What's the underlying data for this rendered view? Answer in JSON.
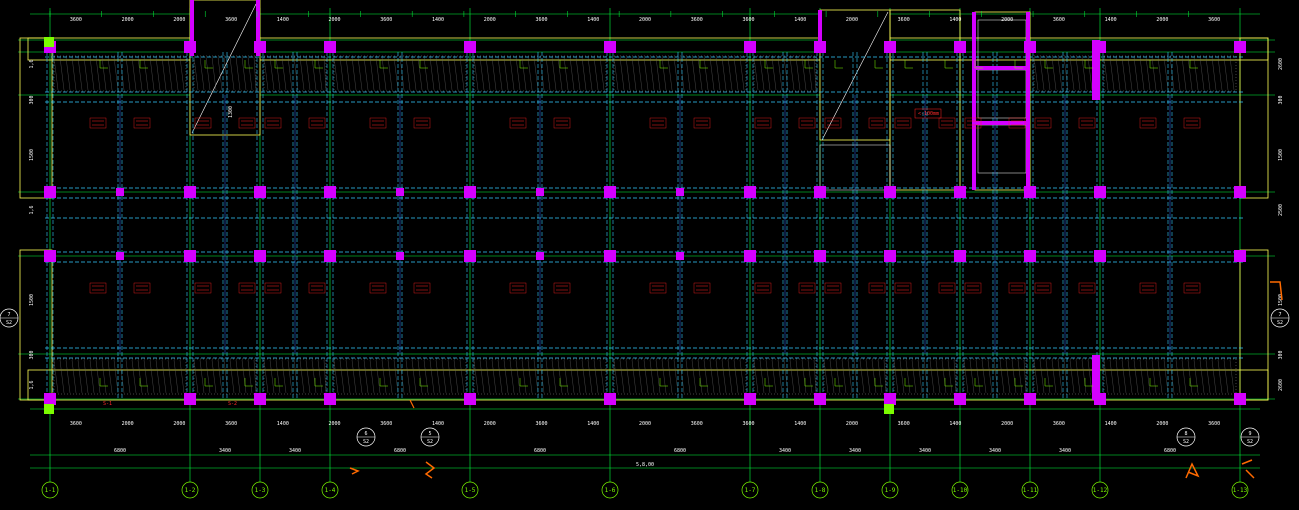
{
  "drawing": {
    "colors": {
      "background": "#000000",
      "axis": "#00ff3c",
      "wall": "#ffff55",
      "column": "#d400ff",
      "beam": "#33ccff",
      "slab": "#3366ff",
      "rebar": "#ff2222",
      "annotation": "#ffffff",
      "markup": "#ff6a00"
    },
    "axis_labels": [
      "1-1",
      "1-2",
      "1-3",
      "1-4",
      "1-5",
      "1-6",
      "1-7",
      "1-8",
      "1-9",
      "1-10",
      "1-11",
      "1-12",
      "1-13"
    ],
    "overall_dim": "5,8,00",
    "bay_dims": [
      "6800",
      "3400",
      "3400",
      "6800",
      "6800",
      "6800",
      "3400",
      "3400",
      "3400",
      "3400",
      "3400",
      "6800"
    ],
    "top_dims": [
      "3600",
      "2000",
      "2000",
      "3600",
      "1400",
      "2000",
      "3600",
      "1400",
      "2000",
      "3600",
      "1400",
      "2000",
      "3600",
      "3600",
      "1400",
      "2000",
      "3600",
      "1400",
      "2000",
      "3600",
      "1400",
      "2000",
      "3600"
    ],
    "left_dims": [
      "1,6",
      "300",
      "1500",
      "1,6",
      "1500",
      "300",
      "1,6"
    ],
    "right_dims": [
      "2600",
      "300",
      "1500",
      "2500",
      "1500",
      "300",
      "2600"
    ],
    "callouts": [
      {
        "num": "6",
        "sheet": "S2"
      },
      {
        "num": "5",
        "sheet": "S2"
      },
      {
        "num": "8",
        "sheet": "S2"
      },
      {
        "num": "9",
        "sheet": "S2"
      },
      {
        "num": "7",
        "sheet": "S2"
      }
    ],
    "room_notes": [
      "<-100mm",
      "1300"
    ],
    "stair_marks": [
      "S-1",
      "S-2"
    ]
  }
}
